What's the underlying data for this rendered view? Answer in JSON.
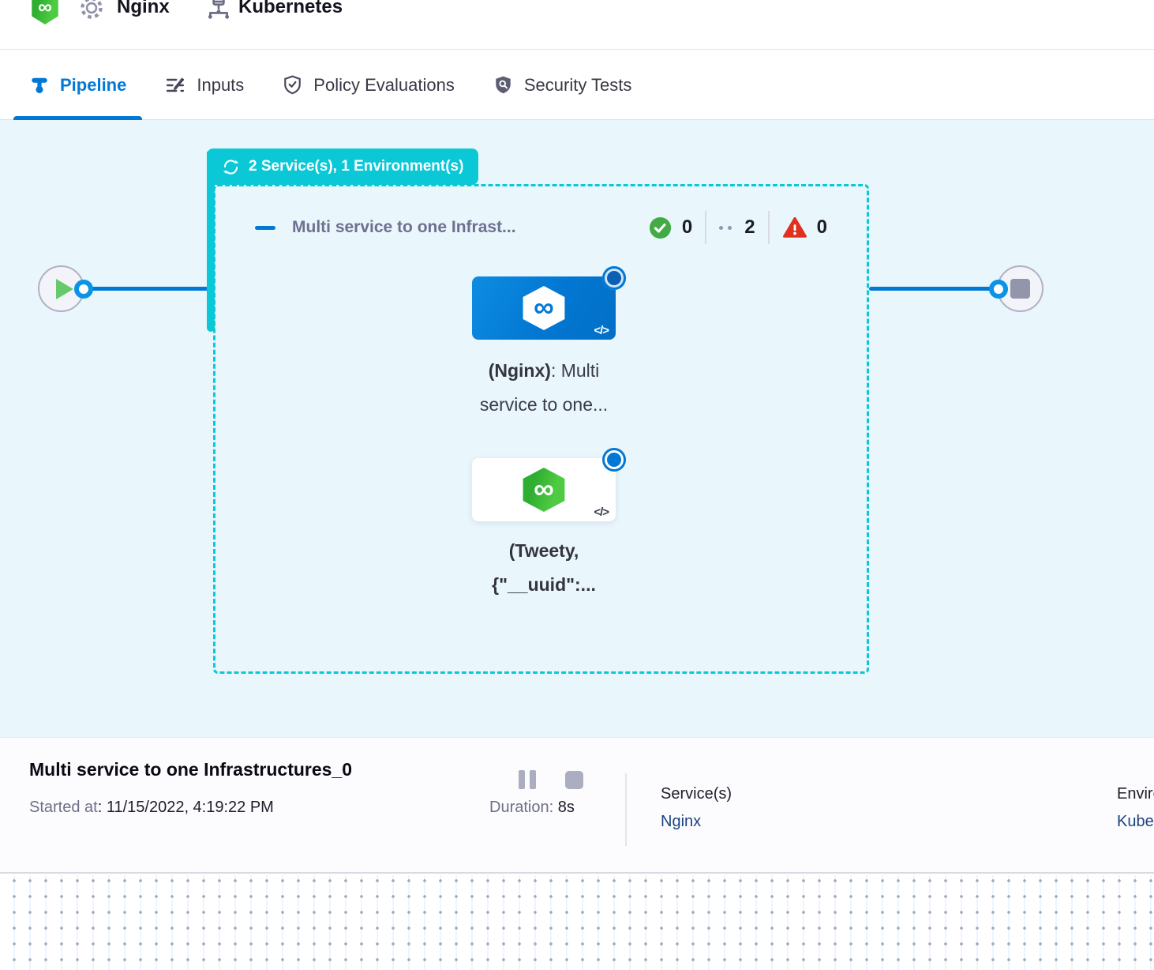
{
  "header": {
    "service_chip": {
      "label": "Nginx"
    },
    "environment_chip": {
      "label": "Kubernetes"
    }
  },
  "tabs": [
    {
      "label": "Pipeline",
      "active": true
    },
    {
      "label": "Inputs",
      "active": false
    },
    {
      "label": "Policy Evaluations",
      "active": false
    },
    {
      "label": "Security Tests",
      "active": false
    }
  ],
  "canvas": {
    "group_badge": {
      "label": "2 Service(s), 1 Environment(s)"
    },
    "stage": {
      "title": "Multi service to one Infrast...",
      "counts": {
        "success": "0",
        "running": "2",
        "failed": "0"
      }
    },
    "nodes": [
      {
        "label_bold": "(Nginx)",
        "label_after": ": Multi",
        "label_line2": "service to one...",
        "code_glyph": "</>"
      },
      {
        "label_line1": "(Tweety,",
        "label_line2": "{\"__uuid\":...",
        "code_glyph": "</>"
      }
    ],
    "logo_glyph": "∞"
  },
  "footer": {
    "title": "Multi service to one Infrastructures_0",
    "started_label": "Started at",
    "started_value": ": 11/15/2022, 4:19:22 PM",
    "duration_label": "Duration:",
    "duration_value": "8s",
    "services_label": "Service(s)",
    "services_value": "Nginx",
    "environments_label": "Environment(s)",
    "environments_value": "Kubernetes"
  },
  "colors": {
    "teal": "#0bc8d6",
    "primary_blue": "#0278d5",
    "success_green": "#42ab45",
    "error_red": "#e0311f",
    "link_navy": "#1b4380",
    "canvas_bg": "#e9f6fc"
  }
}
